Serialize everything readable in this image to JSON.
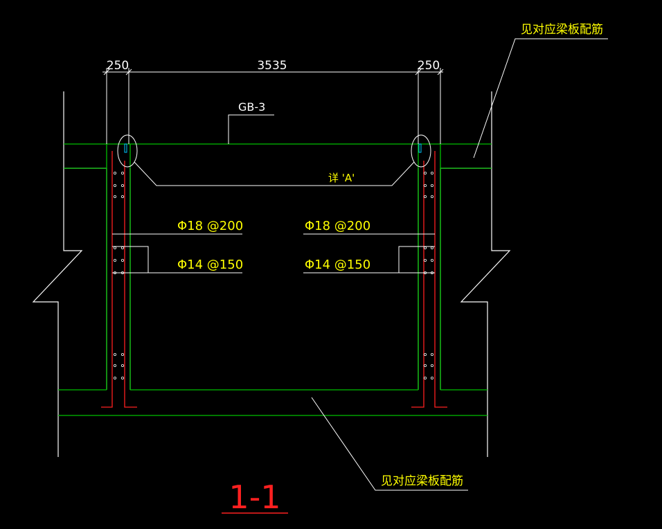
{
  "drawing": {
    "title": "1-1",
    "slab_label": "GB-3",
    "detail_label": "详 'A'",
    "note_top": "见对应梁板配筋",
    "note_bottom": "见对应梁板配筋",
    "dim_left": "250",
    "dim_mid": "3535",
    "dim_right": "250",
    "rebar_left_1": "Φ18 @200",
    "rebar_left_2": "Φ14 @150",
    "rebar_right_1": "Φ18 @200",
    "rebar_right_2": "Φ14 @150"
  },
  "colors": {
    "background": "#000000",
    "outline": "#ffffff",
    "rebar_green": "#00c000",
    "rebar_red": "#ff2020",
    "text_yellow": "#ffff00",
    "dim_white": "#ffffff",
    "title_red": "#ff2020",
    "cyan_mark": "#00c8ff"
  }
}
